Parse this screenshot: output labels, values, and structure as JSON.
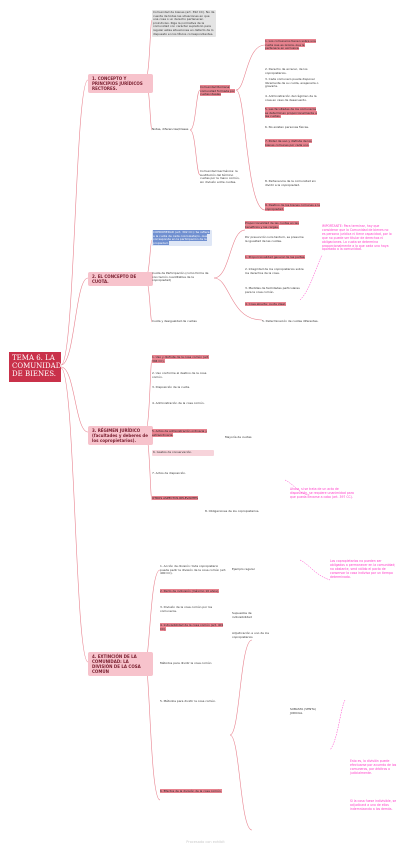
{
  "main_title": "TEMA 6. LA COMUNIDAD DE BIENES.",
  "sections": {
    "s1": "1. CONCEPTO Y PRINCIPIOS JURÍDICOS RECTORES.",
    "s2": "2. EL CONCEPTO DE CUOTA.",
    "s3": "3. RÉGIMEN JURÍDICO (facultades y deberes de los copropietarios).",
    "s4": "4. EXTINCIÓN DE LA COMUNIDAD: LA DIVISIÓN DE LA COSA COMÚN"
  },
  "s1_nodes": {
    "top_grey": "Comunidad de bienes (art. 392 CC). No da cuenta de todas las situaciones en que una cosa o un derecho pertenecen proindiviso. Rige la normativa de la comunidad con carácter supletorio para regular estas situaciones en defecto de lo dispuesto en los títulos correspondientes.",
    "notas": "Notas, diferencias/Clases",
    "romana": "Comunidad Romana: comunidad formada por cuotas ideales",
    "germanica": "Comunidad Germánica: la sustitución del término cuotas por la mano común, sin división entre cuotas.",
    "list": [
      "1. Los comuneros tienen sobre una cuota que es propia, que le pertenece en exclusiva.",
      "2. Derecho de acrecer, de los copropietarios.",
      "3. Cada comunero puede disponer libremente de su cuota, enajenarla o gravarla.",
      "4. Administración del régimen de la cosa en caso de desacuerdo.",
      "5. Las facultades de los comuneros se determinan proporcionalmente a las cuotas.",
      "6. No existen personas físicas.",
      "7. Poder de uso y disfrute de los bienes comunes por cada uno.",
      "8. Pertenencia de la comunidad sin dividir a la copropiedad.",
      "9. Destino de los bienes comunes a la copropiedad."
    ]
  },
  "s2_nodes": {
    "blue_box": "COPROPIEDAD (art. 392 CC): Se refiere a la cuota de cada copropietario, que corresponde en la participación de la propiedad.",
    "cuota_part": "Cuota de Participación (como forma de concreción cuantitativa de la copropiedad)",
    "cuota_igualdad": "Cuota y desigualdad de cuotas",
    "list": [
      "Proporcionalidad de las cuotas en las beneficios y las cargas.",
      "Por presunción iuris tantum, se presume la igualdad de las cuotas.",
      "1. Proporcionalidad general de las partes.",
      "2. Integridad de los copropietarios sobre los derechos de la cosa.",
      "3. Medidas de facilidades particulares para la cosa común.",
      "4. Cosa abierta: cuota ideal.",
      "5. Determinación de cuotas diferentes."
    ]
  },
  "s3_nodes": {
    "list": [
      "1. Uso y disfrute de la cosa común (art. 394 CC).",
      "2. Uso conforme al destino de la cosa común.",
      "3. Disposición de la cuota.",
      "4. Administración de la cosa común.",
      "5. Actos de administración ordinaria y extraordinaria.",
      "6. Gastos de conservación.",
      "7. Actos de disposición.",
      "8. Obligaciones de los copropietarios."
    ],
    "mayoria": "Mayoría de cuotas",
    "otros": "OTROS ASPECTOS RELEVANTES"
  },
  "s4_nodes": {
    "list": [
      "1. Acción de división: toda copropietario puede pedir la división de la cosa común (art. 400 CC).",
      "2. Pacto de indivisión (máximo 10 años).",
      "3. División de la cosa común por los comuneros.",
      "4. Indivisibilidad de la cosa común (art. 401 CC).",
      "5. Métodos para dividir la cosa común.",
      "6. Efectos de la división de la cosa común."
    ],
    "ejemplo": "Ejemplo regular",
    "supuestos": "Supuestos de indivisibilidad",
    "adjudicacion": "Adjudicación a uno de los copropietarios",
    "subasta": "SUBASTA (VENTA) JUDICIAL",
    "metodos": "Métodos para dividir la cosa común"
  },
  "notes": {
    "n1": "IMPORTANTE: Para terminar, hay que considerar que la Comunidad de bienes no es persona jurídica ni tiene capacidad, por lo que no puede ser titular de derechos ni obligaciones. La cuota se determina proporcionalmente a lo que cada uno haya aportado a la comunidad.",
    "n2": "Ahora, si se trata de un acto de disposición, se requiere unanimidad para que pueda llevarse a cabo (art. 397 CC).",
    "n3": "Los copropietarios no pueden ser obligados a permanecer en la comunidad; no obstante, será válido el pacto de conservar la cosa indivisa por un tiempo determinado.",
    "n4": "Esto es, la división puede efectuarse por acuerdo de los comuneros, por árbitros o judicialmente.",
    "n5": "Si la cosa fuese indivisible, se adjudicará a uno de ellos indemnizando a los demás."
  },
  "footer": "Procesado con exhibit"
}
